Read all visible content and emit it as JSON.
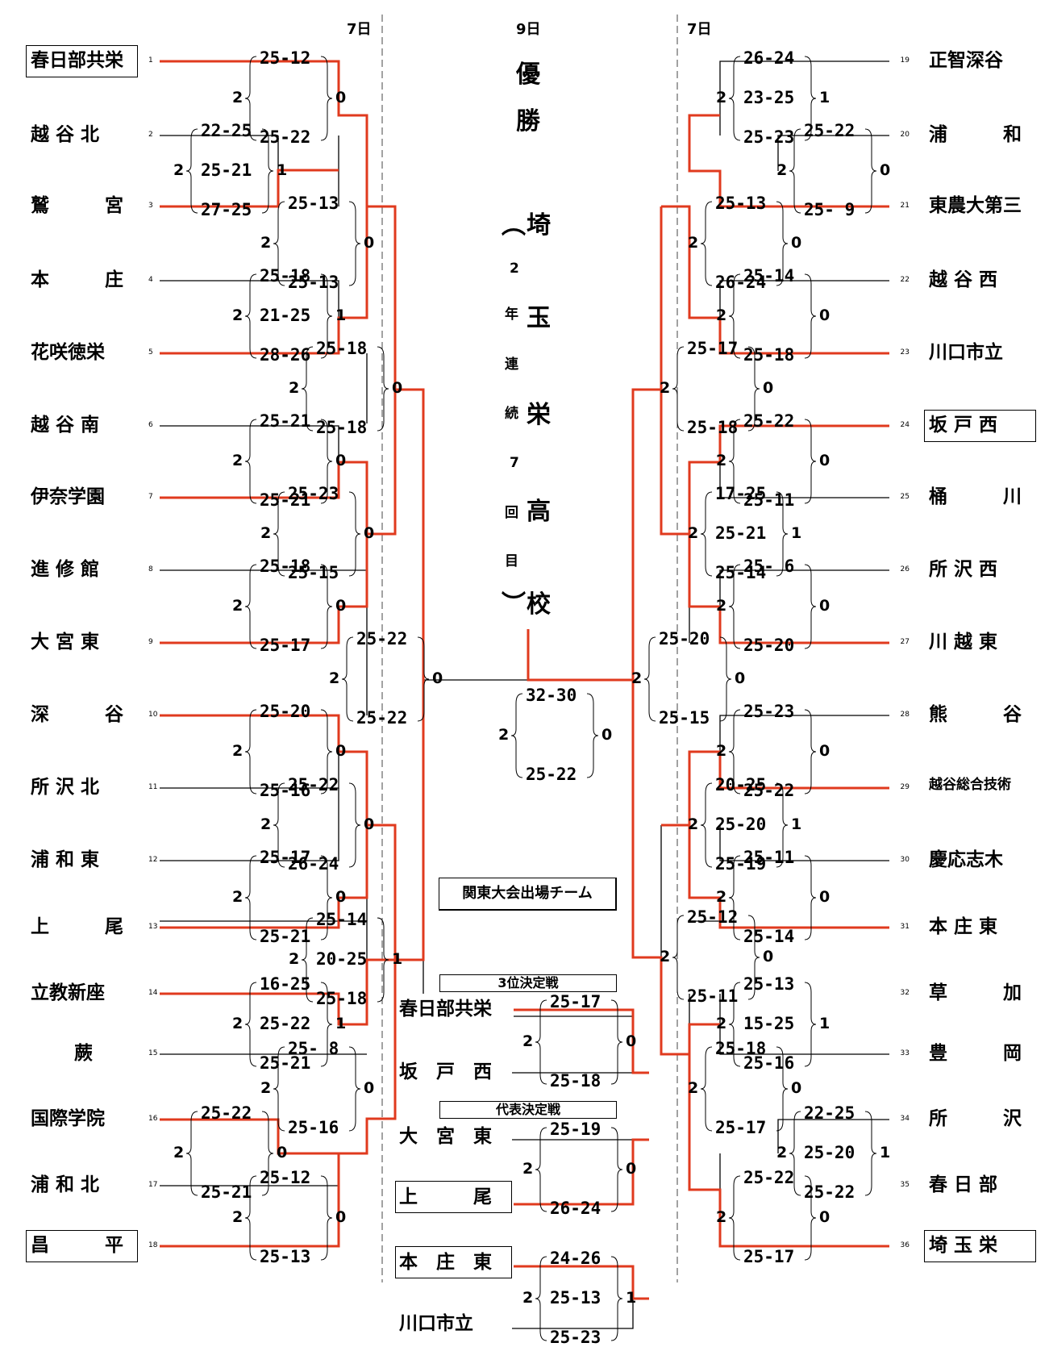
{
  "days": {
    "left": "7日",
    "center": "9日",
    "right": "7日"
  },
  "champion": {
    "label_top": [
      "優",
      "勝"
    ],
    "name_chars": [
      "埼",
      "玉",
      "栄",
      "高",
      "校"
    ],
    "paren_open": "︵",
    "paren_close": "︶",
    "note_chars": [
      "2",
      "年",
      "連",
      "続",
      "7",
      "回",
      "目"
    ]
  },
  "teams_left": [
    {
      "no": "1",
      "name": "春日部共栄",
      "boxed": true
    },
    {
      "no": "2",
      "name": "越 谷 北"
    },
    {
      "no": "3",
      "name": "鷲　　　宮"
    },
    {
      "no": "4",
      "name": "本　　　庄"
    },
    {
      "no": "5",
      "name": "花咲徳栄"
    },
    {
      "no": "6",
      "name": "越 谷 南"
    },
    {
      "no": "7",
      "name": "伊奈学園"
    },
    {
      "no": "8",
      "name": "進 修 館"
    },
    {
      "no": "9",
      "name": "大 宮 東"
    },
    {
      "no": "10",
      "name": "深　　　谷"
    },
    {
      "no": "11",
      "name": "所 沢 北"
    },
    {
      "no": "12",
      "name": "浦 和 東"
    },
    {
      "no": "13",
      "name": "上　　　尾"
    },
    {
      "no": "14",
      "name": "立教新座"
    },
    {
      "no": "15",
      "name": "蕨"
    },
    {
      "no": "16",
      "name": "国際学院"
    },
    {
      "no": "17",
      "name": "浦 和 北"
    },
    {
      "no": "18",
      "name": "昌　　　平",
      "boxed": true
    }
  ],
  "teams_right": [
    {
      "no": "19",
      "name": "正智深谷"
    },
    {
      "no": "20",
      "name": "浦　　　和"
    },
    {
      "no": "21",
      "name": "東農大第三"
    },
    {
      "no": "22",
      "name": "越 谷 西"
    },
    {
      "no": "23",
      "name": "川口市立"
    },
    {
      "no": "24",
      "name": "坂 戸 西",
      "boxed": true
    },
    {
      "no": "25",
      "name": "桶　　　川"
    },
    {
      "no": "26",
      "name": "所 沢 西"
    },
    {
      "no": "27",
      "name": "川 越 東"
    },
    {
      "no": "28",
      "name": "熊　　　谷"
    },
    {
      "no": "29",
      "name": "越谷総合技術"
    },
    {
      "no": "30",
      "name": "慶応志木"
    },
    {
      "no": "31",
      "name": "本 庄 東"
    },
    {
      "no": "32",
      "name": "草　　　加"
    },
    {
      "no": "33",
      "name": "豊　　　岡"
    },
    {
      "no": "34",
      "name": "所　　　沢"
    },
    {
      "no": "35",
      "name": "春 日 部"
    },
    {
      "no": "36",
      "name": "埼 玉 栄",
      "boxed": true
    }
  ],
  "scores": [
    {
      "sets": [
        "25-12",
        "",
        "25-22"
      ],
      "w": "2",
      "l": "0"
    },
    {
      "sets": [
        "22-25",
        "25-21",
        "27-25"
      ],
      "w": "2",
      "l": "1"
    },
    {
      "sets": [
        "25-13",
        "",
        "25-13"
      ],
      "w": "2",
      "l": "0"
    },
    {
      "sets": [
        "25-18",
        "21-25",
        "28-26"
      ],
      "w": "2",
      "l": "1"
    },
    {
      "sets": [
        "25-18",
        "",
        "25-18"
      ],
      "w": "2",
      "l": "0"
    },
    {
      "sets": [
        "25-21",
        "",
        "25-21"
      ],
      "w": "2",
      "l": "0"
    },
    {
      "sets": [
        "25-23",
        "",
        "25-15"
      ],
      "w": "2",
      "l": "0"
    },
    {
      "sets": [
        "25-18",
        "",
        "25-17"
      ],
      "w": "2",
      "l": "0"
    },
    {
      "sets": [
        "25-22",
        "",
        "25-22"
      ],
      "w": "2",
      "l": "0"
    },
    {
      "sets": [
        "25-20",
        "",
        "25-16"
      ],
      "w": "2",
      "l": "0"
    },
    {
      "sets": [
        "25-22",
        "",
        "26-24"
      ],
      "w": "2",
      "l": "0"
    },
    {
      "sets": [
        "25-17",
        "",
        "25-21"
      ],
      "w": "2",
      "l": "0"
    },
    {
      "sets": [
        "25-14",
        "20-25",
        "25-18"
      ],
      "w": "2",
      "l": "1"
    },
    {
      "sets": [
        "16-25",
        "25-22",
        "25-21"
      ],
      "w": "2",
      "l": "1"
    },
    {
      "sets": [
        "25- 8",
        "",
        "25-16"
      ],
      "w": "2",
      "l": "0"
    },
    {
      "sets": [
        "25-22",
        "",
        "25-21"
      ],
      "w": "2",
      "l": "0"
    },
    {
      "sets": [
        "25-12",
        "",
        "25-13"
      ],
      "w": "2",
      "l": "0"
    },
    {
      "sets": [
        "26-24",
        "23-25",
        "25-23"
      ],
      "w": "2",
      "l": "1"
    },
    {
      "sets": [
        "25-22",
        "",
        "25- 9"
      ],
      "w": "2",
      "l": "0"
    },
    {
      "sets": [
        "25-13",
        "",
        "26-24"
      ],
      "w": "2",
      "l": "0"
    },
    {
      "sets": [
        "25-14",
        "",
        "25-18"
      ],
      "w": "2",
      "l": "0"
    },
    {
      "sets": [
        "25-17",
        "",
        "25-18"
      ],
      "w": "2",
      "l": "0"
    },
    {
      "sets": [
        "25-22",
        "",
        "25-11"
      ],
      "w": "2",
      "l": "0"
    },
    {
      "sets": [
        "17-25",
        "25-21",
        "25-14"
      ],
      "w": "2",
      "l": "1"
    },
    {
      "sets": [
        "25- 6",
        "",
        "25-20"
      ],
      "w": "2",
      "l": "0"
    },
    {
      "sets": [
        "25-20",
        "",
        "25-15"
      ],
      "w": "2",
      "l": "0"
    },
    {
      "sets": [
        "25-23",
        "",
        "25-22"
      ],
      "w": "2",
      "l": "0"
    },
    {
      "sets": [
        "20-25",
        "25-20",
        "25-19"
      ],
      "w": "2",
      "l": "1"
    },
    {
      "sets": [
        "25-11",
        "",
        "25-14"
      ],
      "w": "2",
      "l": "0"
    },
    {
      "sets": [
        "25-12",
        "",
        "25-11"
      ],
      "w": "2",
      "l": "0"
    },
    {
      "sets": [
        "25-13",
        "15-25",
        "25-16"
      ],
      "w": "2",
      "l": "1"
    },
    {
      "sets": [
        "25-18",
        "",
        "25-17"
      ],
      "w": "2",
      "l": "0"
    },
    {
      "sets": [
        "22-25",
        "25-20",
        "25-22"
      ],
      "w": "2",
      "l": "1"
    },
    {
      "sets": [
        "25-22",
        "",
        "25-17"
      ],
      "w": "2",
      "l": "0"
    },
    {
      "sets": [
        "32-30",
        "",
        "25-22"
      ],
      "w": "2",
      "l": "0"
    },
    {
      "sets": [
        "25-17",
        "",
        "25-18"
      ],
      "w": "2",
      "l": "0"
    },
    {
      "sets": [
        "25-19",
        "",
        "26-24"
      ],
      "w": "2",
      "l": "0"
    },
    {
      "sets": [
        "24-26",
        "25-13",
        "25-23"
      ],
      "w": "2",
      "l": "1"
    }
  ],
  "kanto_label": "関東大会出場チーム",
  "third_place": {
    "title": "3位決定戦",
    "team_a": "春日部共栄",
    "team_b": "坂　戸　西"
  },
  "rep_match": {
    "title": "代表決定戦",
    "team_a": "大　宮　東",
    "team_b": "上　　　尾",
    "team_c": "本　庄　東",
    "team_d": "川口市立"
  }
}
